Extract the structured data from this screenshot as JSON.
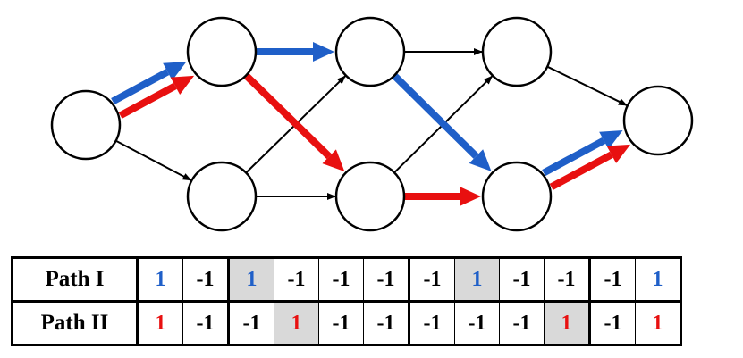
{
  "colors": {
    "path_i": "#1f5fc8",
    "path_ii": "#e81010",
    "edge": "#000000",
    "highlight": "#d9d9d9"
  },
  "graph": {
    "nodes": [
      "source",
      "l1-top",
      "l1-bottom",
      "l2-top",
      "l2-bottom",
      "l3-top",
      "l3-bottom",
      "sink"
    ],
    "edges": [
      [
        "source",
        "l1-bottom"
      ],
      [
        "l1-bottom",
        "l2-top"
      ],
      [
        "l1-bottom",
        "l2-bottom"
      ],
      [
        "l2-bottom",
        "l3-top"
      ],
      [
        "l2-top",
        "l3-top"
      ],
      [
        "l3-top",
        "sink"
      ]
    ],
    "path_i": [
      "source",
      "l1-top",
      "l2-top",
      "l3-bottom",
      "sink"
    ],
    "path_ii": [
      "source",
      "l1-top",
      "l2-bottom",
      "l3-bottom",
      "sink"
    ]
  },
  "table": {
    "rows": [
      {
        "label": "Path I",
        "color": "blue",
        "cells": [
          {
            "v": "1",
            "c": true,
            "h": false
          },
          {
            "v": "-1",
            "c": false,
            "h": false
          },
          {
            "v": "1",
            "c": true,
            "h": true
          },
          {
            "v": "-1",
            "c": false,
            "h": false
          },
          {
            "v": "-1",
            "c": false,
            "h": false
          },
          {
            "v": "-1",
            "c": false,
            "h": false
          },
          {
            "v": "-1",
            "c": false,
            "h": false
          },
          {
            "v": "1",
            "c": true,
            "h": true
          },
          {
            "v": "-1",
            "c": false,
            "h": false
          },
          {
            "v": "-1",
            "c": false,
            "h": false
          },
          {
            "v": "-1",
            "c": false,
            "h": false
          },
          {
            "v": "1",
            "c": true,
            "h": false
          }
        ]
      },
      {
        "label": "Path II",
        "color": "red",
        "cells": [
          {
            "v": "1",
            "c": true,
            "h": false
          },
          {
            "v": "-1",
            "c": false,
            "h": false
          },
          {
            "v": "-1",
            "c": false,
            "h": false
          },
          {
            "v": "1",
            "c": true,
            "h": true
          },
          {
            "v": "-1",
            "c": false,
            "h": false
          },
          {
            "v": "-1",
            "c": false,
            "h": false
          },
          {
            "v": "-1",
            "c": false,
            "h": false
          },
          {
            "v": "-1",
            "c": false,
            "h": false
          },
          {
            "v": "-1",
            "c": false,
            "h": false
          },
          {
            "v": "1",
            "c": true,
            "h": true
          },
          {
            "v": "-1",
            "c": false,
            "h": false
          },
          {
            "v": "1",
            "c": true,
            "h": false
          }
        ]
      }
    ]
  }
}
